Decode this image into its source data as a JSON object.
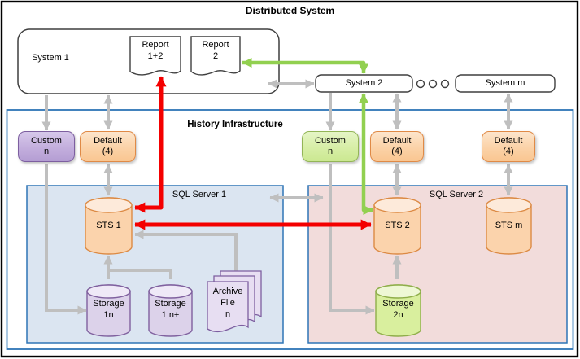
{
  "colors": {
    "blue_border": "#2e75b6",
    "grey_arrow": "#bfbfbf",
    "red_arrow": "#f40000",
    "green_arrow": "#92d050",
    "purple_accent": "#7d5fa0",
    "orange_accent": "#dc8a44",
    "olive_accent": "#8fae4a",
    "sql1_fill": "#dbe5f1",
    "sql2_fill": "#f2dcdb"
  },
  "header": {
    "title": "Distributed System"
  },
  "systems": {
    "system1_label": "System 1",
    "system2_label": "System 2",
    "system_m_label": "System m",
    "report_1_2_label": "Report\n1+2",
    "report_2_label": "Report\n2"
  },
  "history": {
    "title": "History Infrastructure",
    "custom_left_label": "Custom\nn",
    "default_left_label": "Default\n(4)",
    "custom_right_label": "Custom\nn",
    "default_right_1_label": "Default\n(4)",
    "default_right_2_label": "Default\n(4)"
  },
  "sql_server_1": {
    "title": "SQL Server 1",
    "sts_label": "STS 1",
    "storage_1n_label": "Storage\n1n",
    "storage_1np_label": "Storage\n1 n+",
    "archive_label": "Archive\nFile\nn"
  },
  "sql_server_2": {
    "title": "SQL Server 2",
    "sts_2_label": "STS 2",
    "sts_m_label": "STS m",
    "storage_2n_label": "Storage\n2n"
  }
}
